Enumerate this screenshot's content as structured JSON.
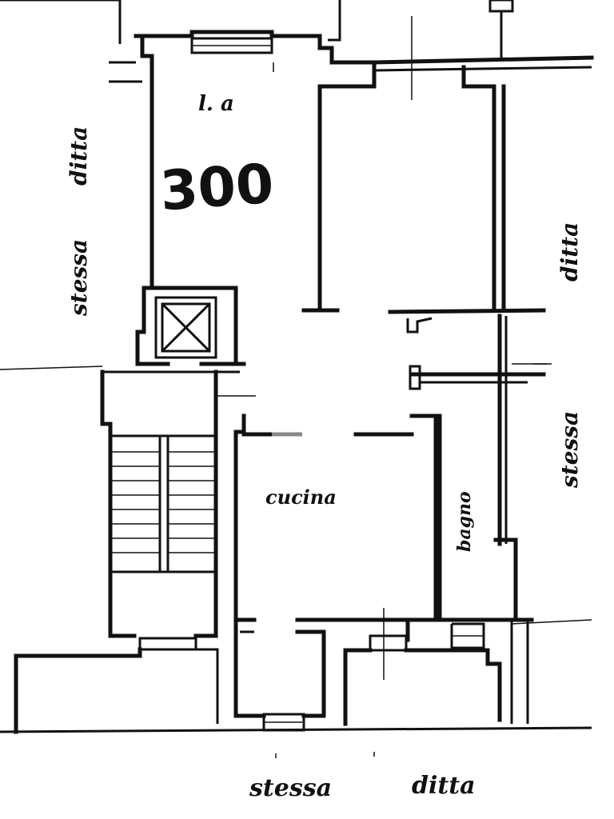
{
  "labels": {
    "room_code": "l. a",
    "area": "300",
    "kitchen": "cucina",
    "bath": "bagno",
    "left_neighbor_1": "stessa",
    "left_neighbor_2": "ditta",
    "right_neighbor_1": "ditta",
    "right_neighbor_2": "stessa",
    "bottom_neighbor_1": "stessa",
    "bottom_neighbor_2": "ditta"
  },
  "colors": {
    "ink": "#111111",
    "paper": "#ffffff"
  }
}
